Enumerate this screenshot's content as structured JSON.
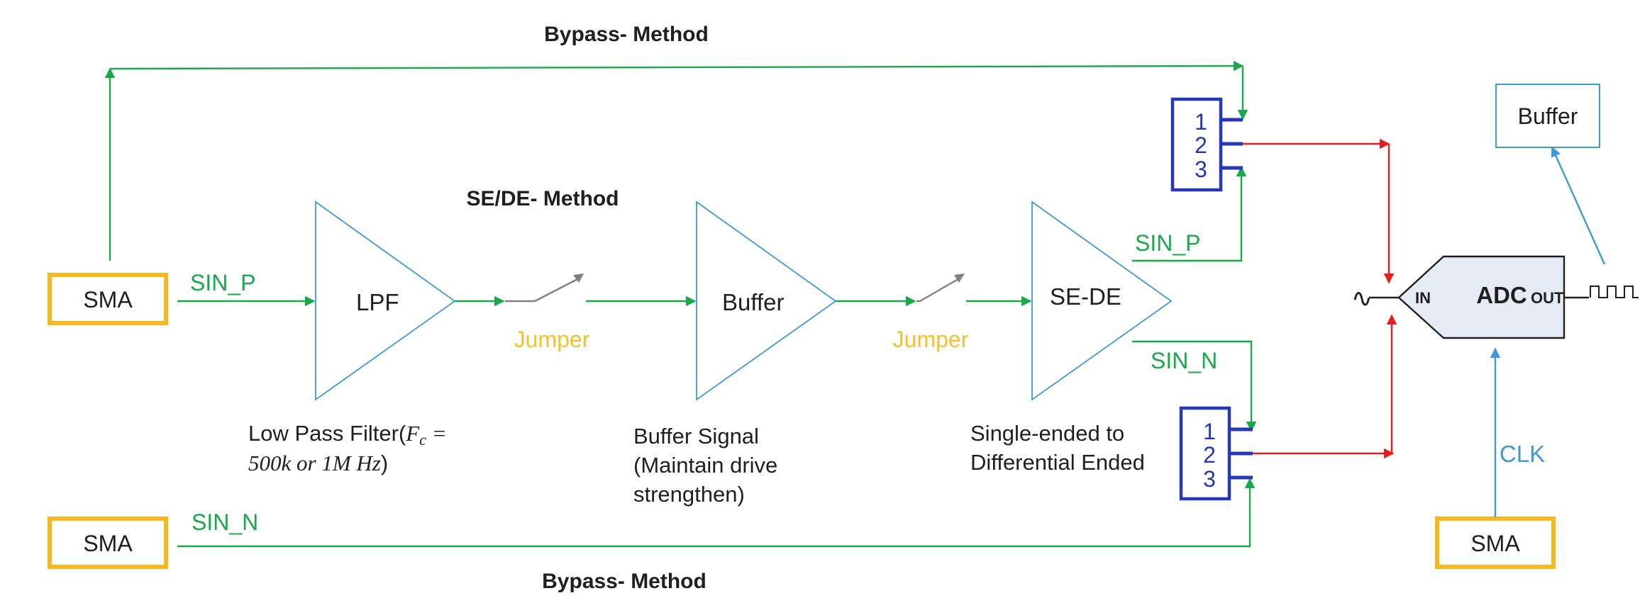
{
  "methods": {
    "bypass_top": "Bypass- Method",
    "sede": "SE/DE- Method",
    "bypass_bottom": "Bypass- Method"
  },
  "connectors": {
    "sma_in_p": "SMA",
    "sma_in_n": "SMA",
    "sma_clk": "SMA"
  },
  "signals": {
    "sin_p_input": "SIN_P",
    "sin_n_input": "SIN_N",
    "sin_p_output": "SIN_P",
    "sin_n_output": "SIN_N",
    "clk": "CLK"
  },
  "blocks": {
    "lpf": "LPF",
    "buffer": "Buffer",
    "sede": "SE-DE",
    "buffer_out": "Buffer"
  },
  "jumpers": [
    "Jumper",
    "Jumper"
  ],
  "descriptions": {
    "lpf_line1_text": "Low Pass Filter(",
    "lpf_line1_math_var": "F",
    "lpf_line1_math_sub": "c",
    "lpf_line1_math_eq": " =",
    "lpf_line2_math": "500k or 1M Hz",
    "lpf_line2_close": ")",
    "buffer": [
      "Buffer Signal",
      "(Maintain drive",
      "strengthen)"
    ],
    "sede": [
      "Single-ended to",
      "Differential Ended"
    ]
  },
  "headers": {
    "top_pins": [
      "1",
      "2",
      "3"
    ],
    "bottom_pins": [
      "1",
      "2",
      "3"
    ]
  },
  "adc": {
    "title": "ADC",
    "in_label": "IN",
    "out_label": "OUT",
    "sine_symbol": "∿",
    "fill": "#e6ecf6",
    "stroke": "#1f1f1f"
  },
  "colors": {
    "signal_path": "#1aa84a",
    "adc_input_path": "#e61e1e",
    "clock_path": "#3d9ad8",
    "sma_border": "#f6b81c",
    "jumper_text": "#f6c12c",
    "header_border": "#2438b8"
  }
}
